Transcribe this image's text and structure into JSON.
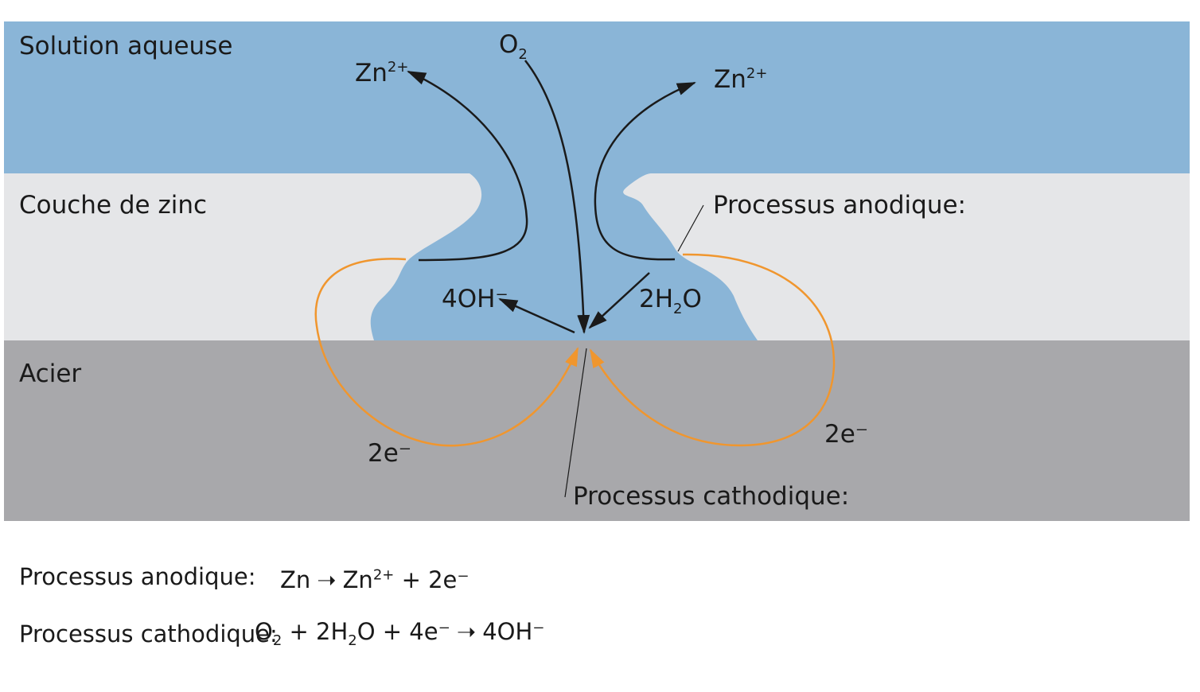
{
  "layers": {
    "solution": "Solution aqueuse",
    "zinc": "Couche de zinc",
    "steel": "Acier"
  },
  "species": {
    "zn_left": {
      "base": "Zn",
      "sup": "2+"
    },
    "zn_right": {
      "base": "Zn",
      "sup": "2+"
    },
    "o2": {
      "base": "O",
      "sub": "2"
    },
    "hydroxide": "4OH⁻",
    "water": {
      "pre": "2H",
      "sub": "2",
      "post": "O"
    },
    "electrons_left": "2e⁻",
    "electrons_right": "2e⁻"
  },
  "callouts": {
    "anodic": "Processus anodique:",
    "cathodic": "Processus cathodique:"
  },
  "equations": {
    "anodic": {
      "label": "Processus anodique:",
      "lhs": "Zn",
      "arrow": "➝",
      "rhs_base": "Zn",
      "rhs_sup": "2+",
      "rhs_rest": " + 2e⁻"
    },
    "cathodic": {
      "label": "Processus cathodique:",
      "o": "O",
      "o_sub": "2",
      "mid1": " + 2H",
      "h_sub": "2",
      "mid2": "O + 4e⁻",
      "arrow": "➝",
      "rhs": "4OH⁻"
    }
  },
  "colors": {
    "solution": "#8ab5d7",
    "zinc": "#e5e6e8",
    "steel": "#a8a8ab",
    "electron_path": "#f0962e",
    "arrows": "#1a1a1a"
  }
}
